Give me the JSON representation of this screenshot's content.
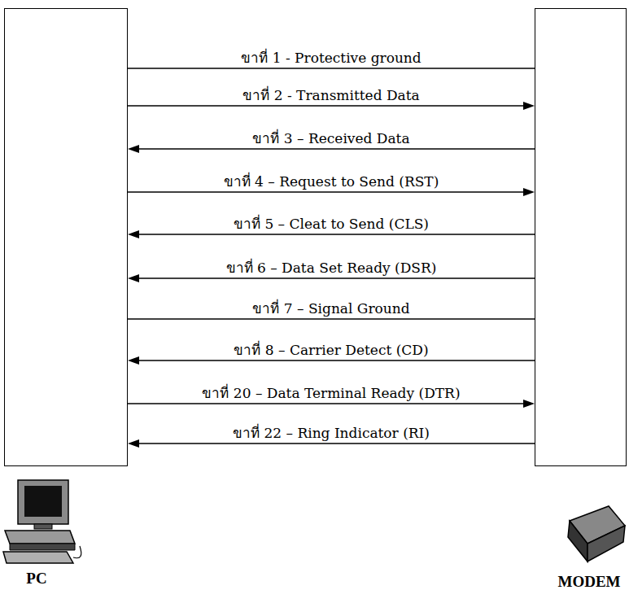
{
  "diagram": {
    "nodes": [
      {
        "text": [
          "PC"
        ]
      },
      {
        "text": [
          "MODEM"
        ]
      }
    ],
    "edges": [
      {
        "from": 0,
        "to": 1,
        "arrow": "none",
        "label": "ขาที่ 1 - Protective ground"
      },
      {
        "from": 0,
        "to": 1,
        "arrow": "to",
        "label": "ขาที่ 2 - Transmitted Data"
      },
      {
        "from": 1,
        "to": 0,
        "arrow": "to",
        "label": "ขาที่ 3 – Received Data"
      },
      {
        "from": 0,
        "to": 1,
        "arrow": "to",
        "label": "ขาที่ 4 – Request to Send (RST)"
      },
      {
        "from": 1,
        "to": 0,
        "arrow": "to",
        "label": "ขาที่ 5 – Cleat to Send (CLS)"
      },
      {
        "from": 1,
        "to": 0,
        "arrow": "to",
        "label": "ขาที่ 6 – Data Set Ready (DSR)"
      },
      {
        "from": 0,
        "to": 1,
        "arrow": "none",
        "label": "ขาที่ 7 – Signal Ground"
      },
      {
        "from": 1,
        "to": 0,
        "arrow": "to",
        "label": "ขาที่ 8 – Carrier Detect (CD)"
      },
      {
        "from": 0,
        "to": 1,
        "arrow": "to",
        "label": "ขาที่ 20 – Data Terminal Ready (DTR)"
      },
      {
        "from": 1,
        "to": 0,
        "arrow": "to",
        "label": "ขาที่ 22 – Ring Indicator (RI)"
      }
    ]
  }
}
